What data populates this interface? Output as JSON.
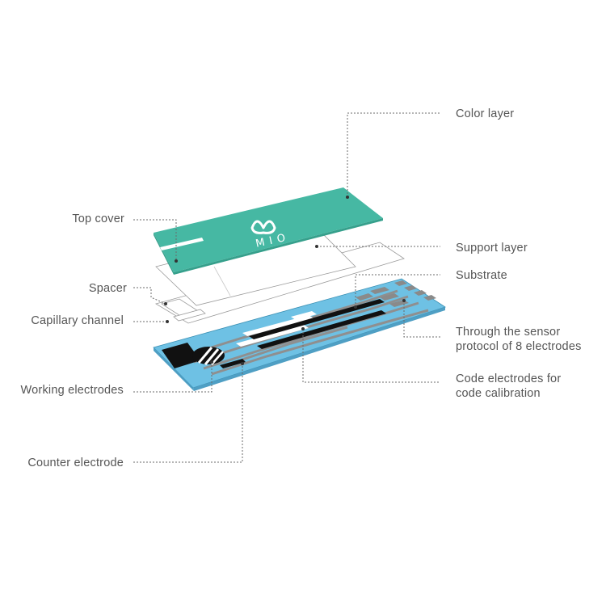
{
  "labels": {
    "color_layer": "Color layer",
    "top_cover": "Top cover",
    "support_layer": "Support layer",
    "substrate": "Substrate",
    "spacer": "Spacer",
    "capillary_channel": "Capillary channel",
    "through_sensor_line1": "Through the sensor",
    "through_sensor_line2": "protocol of 8 electrodes",
    "code_electrodes_line1": "Code electrodes for",
    "code_electrodes_line2": "code calibration",
    "working_electrodes": "Working electrodes",
    "counter_electrode": "Counter electrode"
  },
  "logo": {
    "text": "MIO"
  },
  "colors": {
    "color_layer": "#46b8a3",
    "substrate": "#6ec1e4",
    "trace_grey": "#9a9a9a",
    "electrode_black": "#111111",
    "label_text": "#555555"
  }
}
